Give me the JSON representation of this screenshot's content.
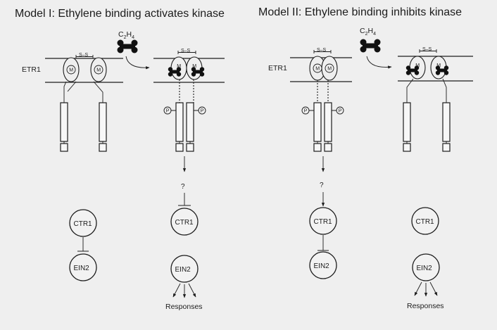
{
  "titles": {
    "model1": "Model I: Ethylene binding activates kinase",
    "model2": "Model II: Ethylene binding inhibits kinase"
  },
  "labels": {
    "etr1": "ETR1",
    "ethylene_base": "C",
    "ethylene_sub1": "2",
    "ethylene_h": "H",
    "ethylene_sub2": "4",
    "disulfide": "S–S",
    "metal": "M",
    "phospho": "P",
    "question": "?",
    "ctr1": "CTR1",
    "ein2": "EIN2",
    "responses": "Responses"
  }
}
